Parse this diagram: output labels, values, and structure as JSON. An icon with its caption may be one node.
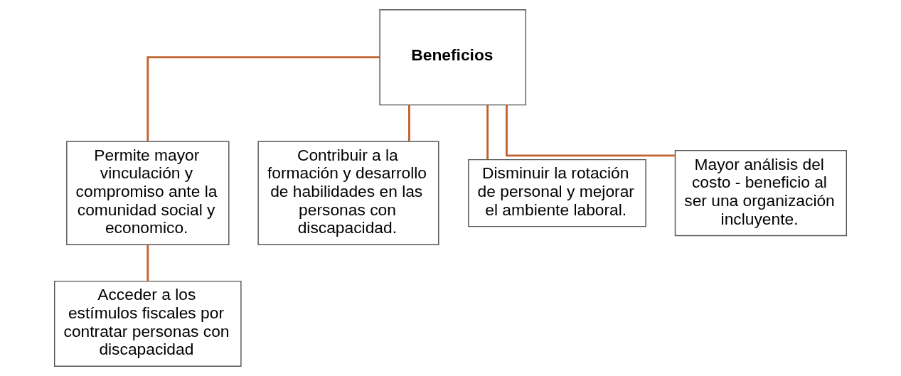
{
  "diagram": {
    "nodes": [
      {
        "text": [
          "Beneficios"
        ]
      },
      {
        "text": [
          "Permite mayor vinculación y compromiso ante la comunidad social y economico."
        ]
      },
      {
        "text": [
          "Contribuir a la formación y desarrollo de habilidades en las personas con discapacidad."
        ]
      },
      {
        "text": [
          "Disminuir la rotación de personal y mejorar el ambiente laboral."
        ]
      },
      {
        "text": [
          "Mayor análisis del costo - beneficio al ser una organización incluyente."
        ]
      },
      {
        "text": [
          "Acceder a los estímulos fiscales por contratar personas con discapacidad"
        ]
      }
    ],
    "edges": [
      {
        "from": 0,
        "to": 1,
        "arrow": "none"
      },
      {
        "from": 0,
        "to": 2,
        "arrow": "none"
      },
      {
        "from": 0,
        "to": 3,
        "arrow": "none"
      },
      {
        "from": 0,
        "to": 4,
        "arrow": "none"
      },
      {
        "from": 1,
        "to": 5,
        "arrow": "none"
      }
    ]
  }
}
